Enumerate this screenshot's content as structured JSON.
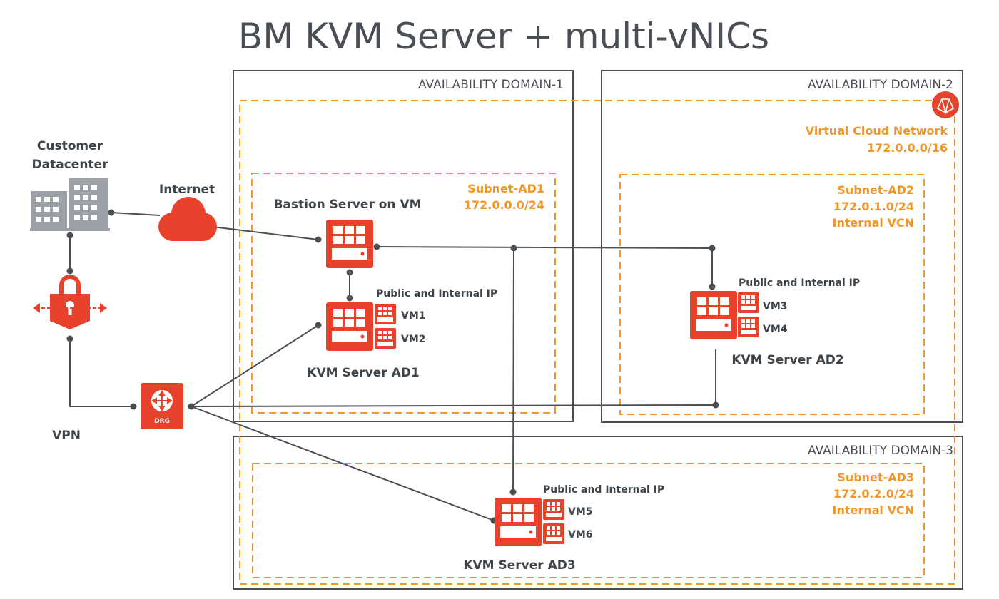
{
  "title": "BM KVM Server + multi-vNICs",
  "availability_domains": {
    "ad1": "AVAILABILITY DOMAIN-1",
    "ad2": "AVAILABILITY DOMAIN-2",
    "ad3": "AVAILABILITY DOMAIN-3"
  },
  "vcn": {
    "name": "Virtual Cloud Network",
    "cidr": "172.0.0.0/16"
  },
  "subnets": {
    "ad1": {
      "name": "Subnet-AD1",
      "cidr": "172.0.0.0/24"
    },
    "ad2": {
      "name": "Subnet-AD2",
      "cidr": "172.0.1.0/24",
      "note": "Internal VCN"
    },
    "ad3": {
      "name": "Subnet-AD3",
      "cidr": "172.0.2.0/24",
      "note": "Internal VCN"
    }
  },
  "customer": {
    "line1": "Customer",
    "line2": "Datacenter"
  },
  "internet": "Internet",
  "vpn": "VPN",
  "drg": "DRG",
  "bastion": "Bastion Server on VM",
  "servers": {
    "ad1": {
      "name": "KVM Server AD1",
      "ip_label": "Public and Internal IP",
      "vm_a": "VM1",
      "vm_b": "VM2"
    },
    "ad2": {
      "name": "KVM Server AD2",
      "ip_label": "Public and Internal IP",
      "vm_a": "VM3",
      "vm_b": "VM4"
    },
    "ad3": {
      "name": "KVM Server AD3",
      "ip_label": "Public and Internal IP",
      "vm_a": "VM5",
      "vm_b": "VM6"
    }
  },
  "colors": {
    "accent_red": "#e8412c",
    "subnet_orange": "#f0962a",
    "border_gray": "#4a4f55"
  }
}
